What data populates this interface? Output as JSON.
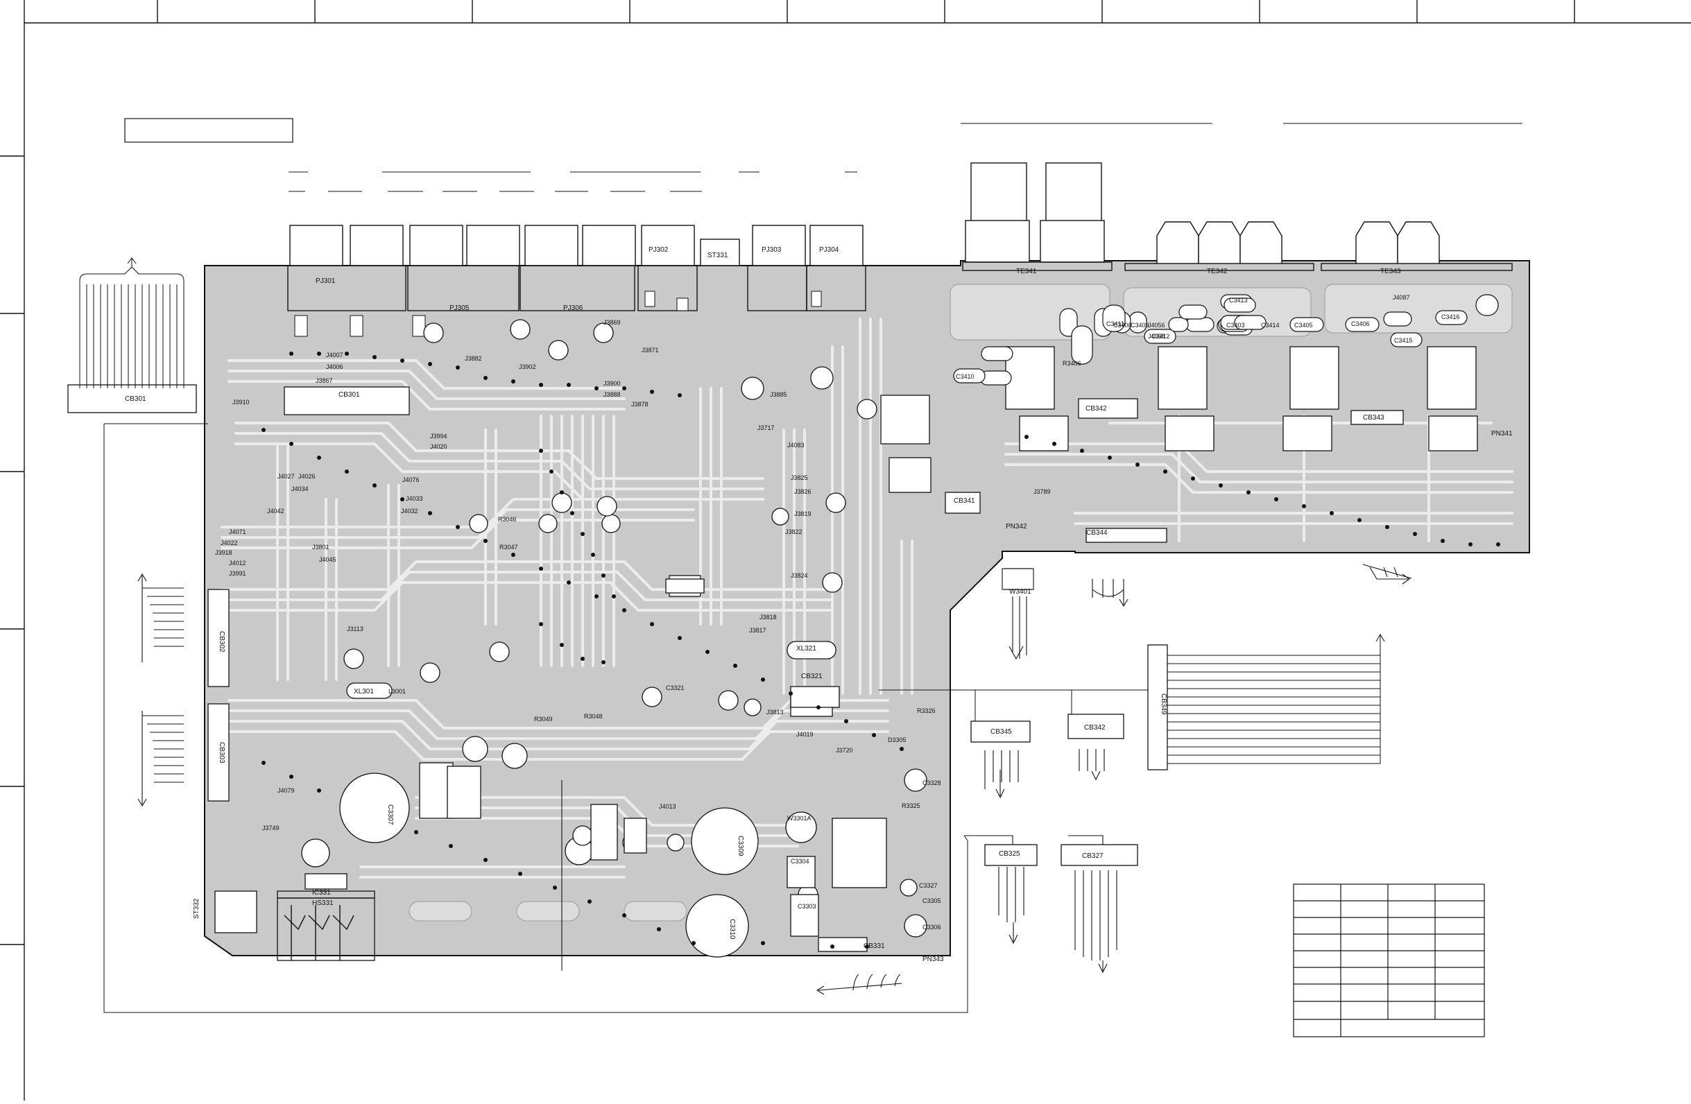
{
  "colors": {
    "board": "#c9c9c9",
    "trace": "#e9e9e9",
    "ink": "#111111",
    "paper": "#ffffff"
  },
  "connectors": {
    "PJ301": "PJ301",
    "PJ302": "PJ302",
    "PJ303": "PJ303",
    "PJ304": "PJ304",
    "PJ305": "PJ305",
    "PJ306": "PJ306",
    "ST331": "ST331",
    "ST332": "ST332",
    "TE341": "TE341",
    "TE342": "TE342",
    "TE343": "TE343",
    "CB301_left": "CB301",
    "CB301_board": "CB301",
    "CB302": "CB302",
    "CB303": "CB303",
    "CB321": "CB321",
    "CB327": "CB327",
    "CB331": "CB331",
    "CB341": "CB341",
    "CB342": "CB342",
    "CB343": "CB343",
    "CB344": "CB344",
    "CB345": "CB345",
    "CB349": "CB349",
    "CB325": "CB325",
    "W3401": "W3401",
    "PN341": "PN341",
    "PN342": "PN342",
    "PN343": "PN343",
    "IC331": "IC331",
    "HS331": "HS331",
    "XL301": "XL301",
    "XL321": "XL321",
    "C3307": "C3307",
    "C3309": "C3309",
    "C3310": "C3310"
  },
  "component_labels": [
    "J4007",
    "J4006",
    "J3867",
    "J3882",
    "J3902",
    "J3910",
    "J3994",
    "J4020",
    "J4026",
    "J4027",
    "J4034",
    "J4076",
    "J4033",
    "J4032",
    "J4042",
    "J4071",
    "J4022",
    "J3918",
    "J4012",
    "J3991",
    "J3801",
    "J4045",
    "J3113",
    "J3869",
    "J3871",
    "J3888",
    "J3900",
    "J3878",
    "J3885",
    "J3717",
    "J4083",
    "J3825",
    "J3826",
    "J3819",
    "J3822",
    "J3824",
    "J3818",
    "J3817",
    "J3813",
    "J4019",
    "J3720",
    "J4079",
    "J3749",
    "J4013",
    "J4056",
    "J4058",
    "J4087",
    "J3789",
    "R3046",
    "R3047",
    "R3049",
    "R3048",
    "R3326",
    "R3325",
    "R3406",
    "C3403",
    "C3413",
    "C3414",
    "C3405",
    "C3406",
    "C3416",
    "C3415",
    "C3410",
    "C3412",
    "C3411",
    "C3408",
    "C3409",
    "C3306",
    "C3305",
    "C3328",
    "C3327",
    "L3001",
    "W3301A",
    "D3305",
    "C3304",
    "C3303",
    "C3321"
  ],
  "table_rows": 9,
  "table_cols": 4
}
